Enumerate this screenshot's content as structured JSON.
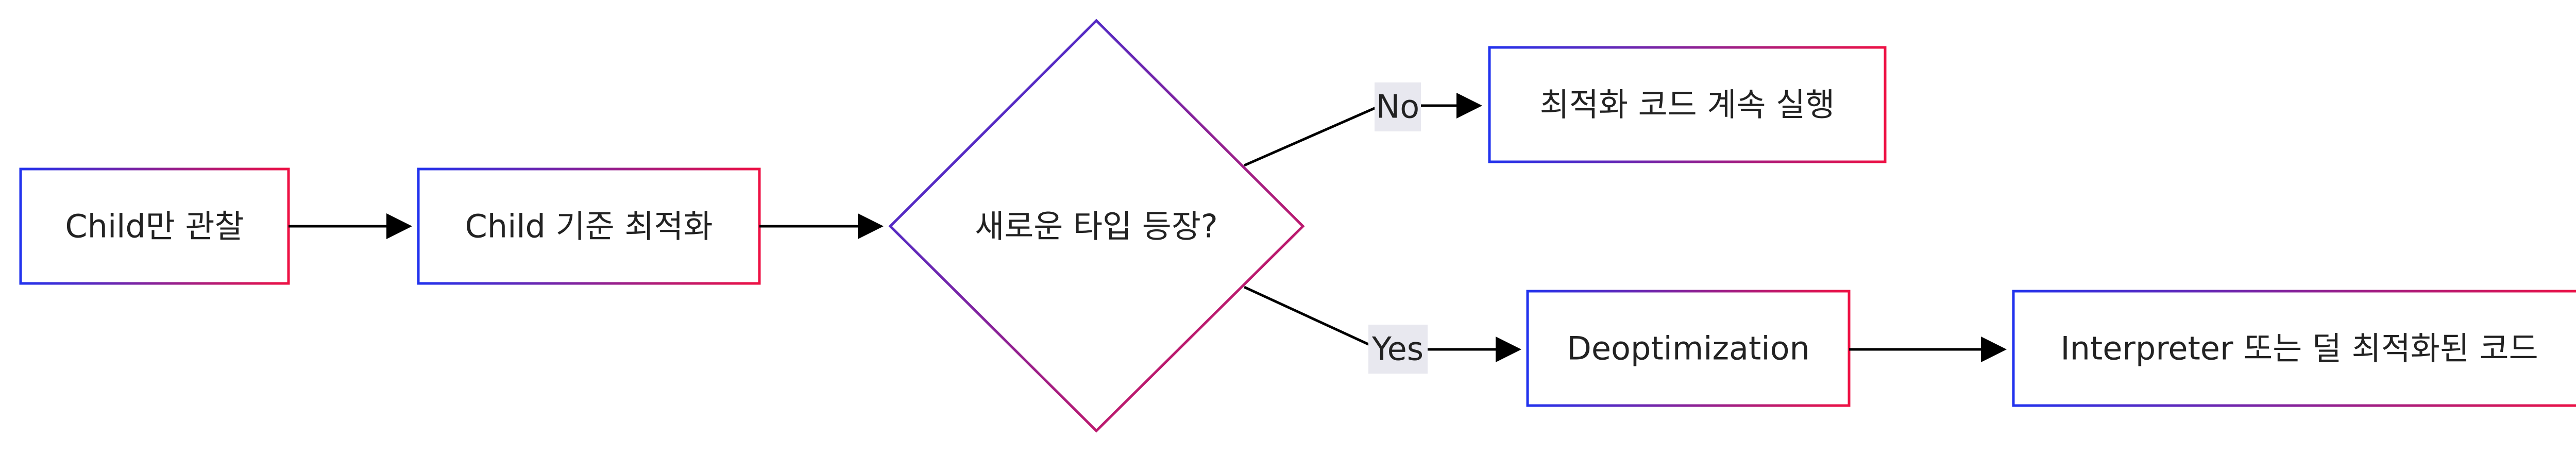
{
  "nodes": {
    "observe": {
      "label": "Child만 관찰"
    },
    "optimize": {
      "label": "Child 기준 최적화"
    },
    "decision": {
      "label": "새로운 타입 등장?"
    },
    "continue": {
      "label": "최적화 코드 계속 실행"
    },
    "deopt": {
      "label": "Deoptimization"
    },
    "fallback": {
      "label": "Interpreter 또는 덜 최적화된 코드"
    }
  },
  "edges": {
    "no_label": "No",
    "yes_label": "Yes"
  },
  "colors": {
    "border_start": "#2233ee",
    "border_end": "#ee1144",
    "arrow": "#000000",
    "edge_label_bg": "#e8e8ef"
  }
}
